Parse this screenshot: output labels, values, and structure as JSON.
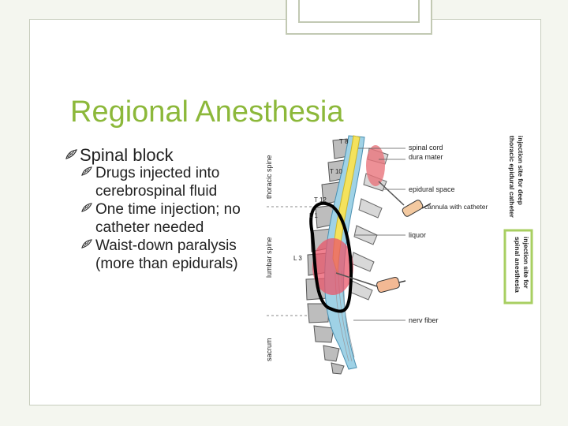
{
  "slide": {
    "title": "Regional Anesthesia",
    "bullets": [
      {
        "text": "Spinal block",
        "children": [
          {
            "text": "Drugs injected into cerebrospinal fluid"
          },
          {
            "text": "One time injection; no catheter needed"
          },
          {
            "text": "Waist-down paralysis (more than epidurals)"
          }
        ]
      }
    ]
  },
  "figure": {
    "region_labels": {
      "thoracic": "thoracic spine",
      "lumbar": "lumbar spine",
      "sacrum": "sacrum"
    },
    "vertebra_labels": [
      "T 8",
      "T 10",
      "T 12",
      "L 1",
      "L 3"
    ],
    "callouts": {
      "spinal_cord": "spinal cord",
      "dura_mater": "dura mater",
      "epidural_space": "epidural space",
      "cannula": "cannula with catheter",
      "liquor": "liquor",
      "nerve_fiber": "nerv fiber"
    },
    "side_labels": {
      "epidural_line1": "injection site for deep",
      "epidural_line2": "thoracic epidural catheter",
      "spinal_line1": "injection site for",
      "spinal_line2": "spinal anesthesia"
    },
    "colors": {
      "accent_green": "#8cb83a",
      "vertebra": "#9a9a9a",
      "epidural_zone": "#e8747c",
      "spinal_zone": "#e9566a",
      "csf": "#9fd2e6",
      "cord": "#f4e25c"
    }
  }
}
